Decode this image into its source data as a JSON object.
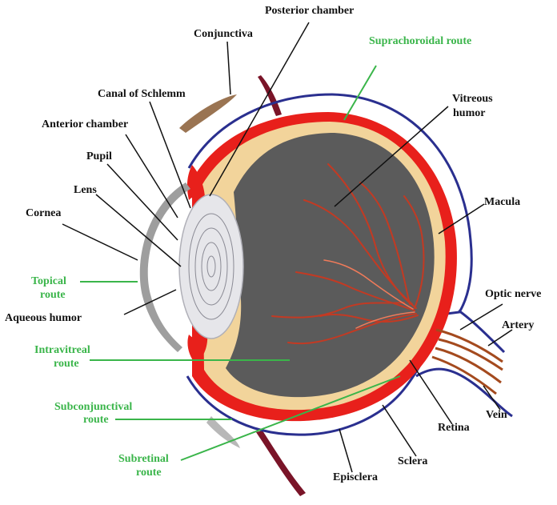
{
  "colors": {
    "label": "#111111",
    "route": "#3ab54a",
    "vitreous": "#5b5b5b",
    "retina": "#e8201b",
    "choroid": "#f2d49b",
    "sclera": "#2a2f8f",
    "vessel": "#c33a23",
    "cornea": "#9e9e9e",
    "lens": "#e6e6ea",
    "muscle": "#7a1428",
    "conjunctiva": "#9a7452"
  },
  "labels": {
    "posterior_chamber": "Posterior chamber",
    "conjunctiva": "Conjunctiva",
    "canal_of_schlemm": "Canal of Schlemm",
    "anterior_chamber": "Anterior chamber",
    "pupil": "Pupil",
    "lens": "Lens",
    "cornea": "Cornea",
    "aqueous_humor": "Aqueous humor",
    "vitreous_humor_1": "Vitreous",
    "vitreous_humor_2": "humor",
    "macula": "Macula",
    "optic_nerve": "Optic nerve",
    "artery": "Artery",
    "vein": "Vein",
    "retina": "Retina",
    "sclera": "Sclera",
    "episclera": "Episclera"
  },
  "routes": {
    "suprachoroidal": "Suprachoroidal route",
    "topical_1": "Topical",
    "topical_2": "route",
    "intravitreal_1": "Intravitreal",
    "intravitreal_2": "route",
    "subconjunctival_1": "Subconjunctival",
    "subconjunctival_2": "route",
    "subretinal_1": "Subretinal",
    "subretinal_2": "route"
  }
}
